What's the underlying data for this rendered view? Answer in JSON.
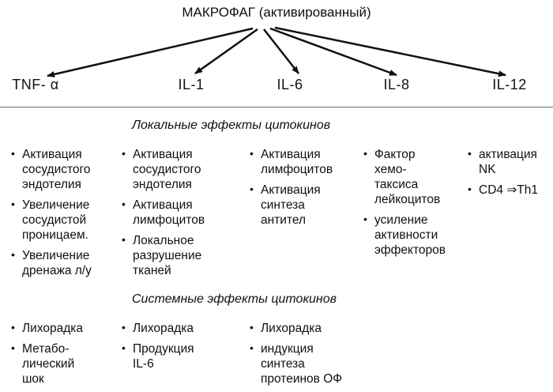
{
  "title": "МАКРОФАГ (активированный)",
  "cytokines": [
    "TNF- α",
    "IL-1",
    "IL-6",
    "IL-8",
    "IL-12"
  ],
  "local_title": "Локальные эффекты цитокинов",
  "local_columns": [
    [
      "Активация\nсосудистого\nэндотелия",
      "Увеличение\nсосудистой\nпроницаем.",
      "Увеличение\nдренажа л/у"
    ],
    [
      "Активация\nсосудистого\nэндотелия",
      "Активация\nлимфоцитов",
      "Локальное\nразрушение\nтканей"
    ],
    [
      "Активация\nлимфоцитов",
      "Активация\nсинтеза\nантител"
    ],
    [
      "Фактор\nхемо-\nтаксиса\nлейкоцитов",
      "усиление\nактивности\nэффекторов"
    ],
    [
      "активация\nNK",
      "CD4 ⇒Th1"
    ]
  ],
  "system_title": "Системные эффекты цитокинов",
  "system_columns": [
    [
      "Лихорадка",
      "Метабо-\nлический\nшок"
    ],
    [
      "Лихорадка",
      "Продукция\nIL-6"
    ],
    [
      "Лихорадка",
      "индукция\nсинтеза\nпротеинов ОФ"
    ]
  ]
}
